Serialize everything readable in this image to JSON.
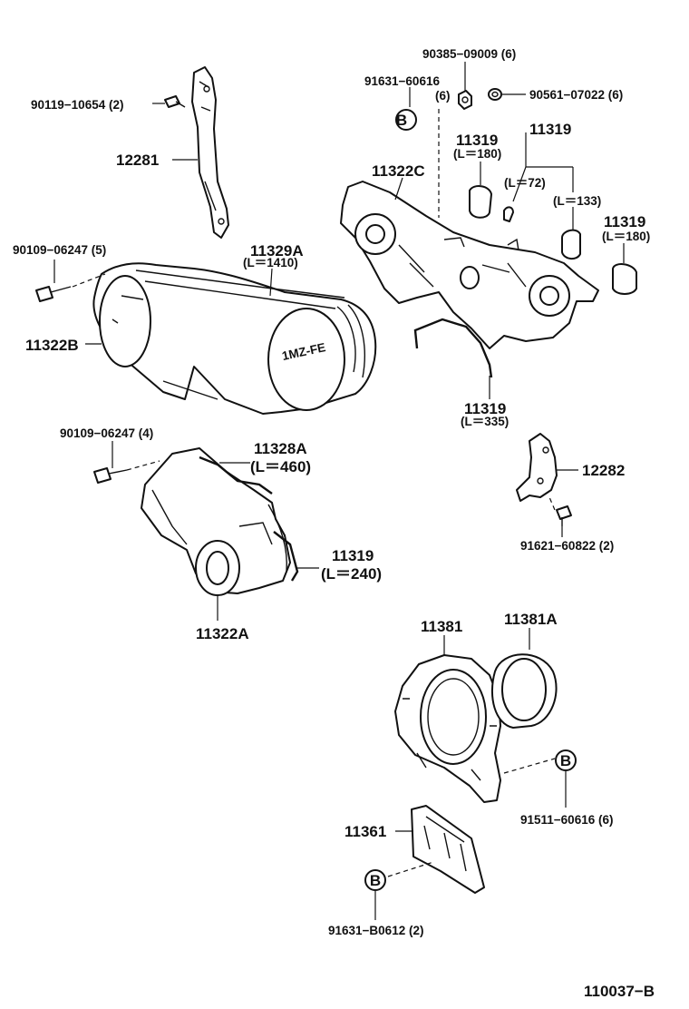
{
  "labels": {
    "p_90385": "90385−09009 (6)",
    "p_91631_60616": "91631−60616",
    "p_91631_60616_qty": "(6)",
    "p_90561": "90561−07022 (6)",
    "p_90119": "90119−10654 (2)",
    "p_12281": "12281",
    "p_11322C": "11322C",
    "p_11319_a": "11319",
    "p_11319_a_len": "(L＝180)",
    "p_11319_b": "11319",
    "p_len72": "(L＝72)",
    "p_len133": "(L＝133)",
    "p_11319_c": "11319",
    "p_11319_c_len": "(L＝180)",
    "p_90109_5": "90109−06247 (5)",
    "p_11329A": "11329A",
    "p_11329A_len": "(L＝1410)",
    "p_11322B": "11322B",
    "p_11319_d": "11319",
    "p_11319_d_len": "(L＝335)",
    "p_90109_4": "90109−06247 (4)",
    "p_11328A": "11328A",
    "p_11328A_len": "(L＝460)",
    "p_12282": "12282",
    "p_91621": "91621−60822 (2)",
    "p_11319_e": "11319",
    "p_11319_e_len": "(L＝240)",
    "p_11322A": "11322A",
    "p_11381": "11381",
    "p_11381A": "11381A",
    "p_91511": "91511−60616 (6)",
    "p_11361": "11361",
    "p_91631_B0612": "91631−B0612 (2)",
    "callout_b1": "B",
    "callout_b2": "B",
    "callout_b3": "B",
    "engine_badge": "1MZ-FE",
    "figure_code": "110037−B"
  }
}
